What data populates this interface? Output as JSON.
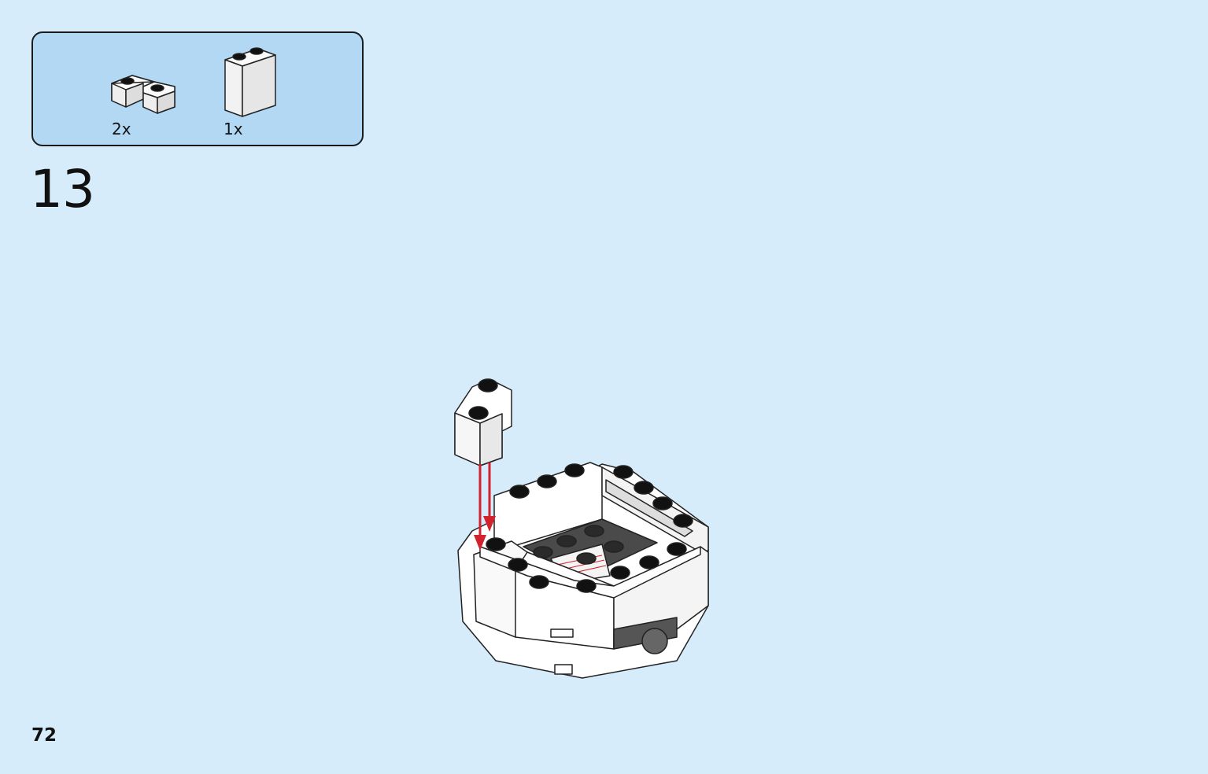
{
  "parts_list": {
    "items": [
      {
        "qty": "2x",
        "icon": "white-corner-brick-icon"
      },
      {
        "qty": "1x",
        "icon": "white-brick-1x2x2-icon"
      }
    ],
    "panel_color": "#b2d8f4"
  },
  "step": {
    "number": "13"
  },
  "assembly": {
    "icon": "assembly-model-illustration",
    "arrow_color": "#d2222d"
  },
  "page": {
    "number": "72",
    "background": "#d7ecfa"
  }
}
